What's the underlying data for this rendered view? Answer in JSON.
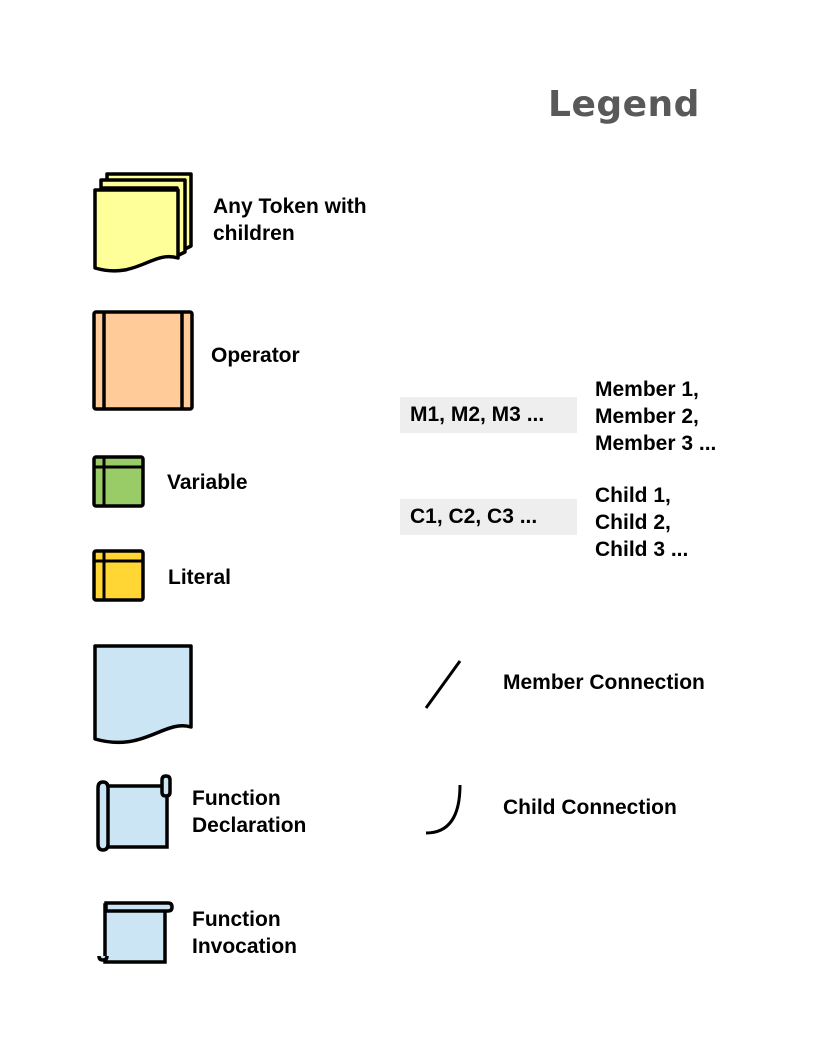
{
  "legend": {
    "title": "Legend",
    "items": {
      "token_with_children": "Any Token with children",
      "token_with_children_line1": "Any Token with",
      "token_with_children_line2": "children",
      "operator": "Operator",
      "variable": "Variable",
      "literal": "Literal",
      "function_declaration_line1": "Function",
      "function_declaration_line2": "Declaration",
      "function_invocation_line1": "Function",
      "function_invocation_line2": "Invocation"
    },
    "abbreviations": {
      "members_short": "M1, M2, M3 ...",
      "members_long": [
        "Member 1,",
        "Member 2,",
        "Member 3 ..."
      ],
      "children_short": "C1, C2, C3 ...",
      "children_long": [
        "Child 1,",
        "Child 2,",
        "Child 3 ..."
      ]
    },
    "connections": {
      "member": "Member Connection",
      "child": "Child Connection"
    },
    "colors": {
      "token_fill": "#ffff99",
      "operator_fill": "#ffcc99",
      "variable_fill": "#99cc66",
      "literal_fill": "#ffd633",
      "plain_fill": "#cce5f5",
      "function_fill": "#cce5f5",
      "stroke": "#000000",
      "title": "#595959",
      "abbrev_bg": "#eeeeee"
    },
    "icons": {
      "token_with_children": "stacked-document-icon",
      "operator": "predefined-process-icon",
      "variable": "internal-storage-icon",
      "literal": "internal-storage-icon",
      "plain": "document-icon",
      "function_declaration": "scroll-icon",
      "function_invocation": "scroll-icon",
      "member_connection": "straight-line-icon",
      "child_connection": "curved-line-icon"
    }
  }
}
